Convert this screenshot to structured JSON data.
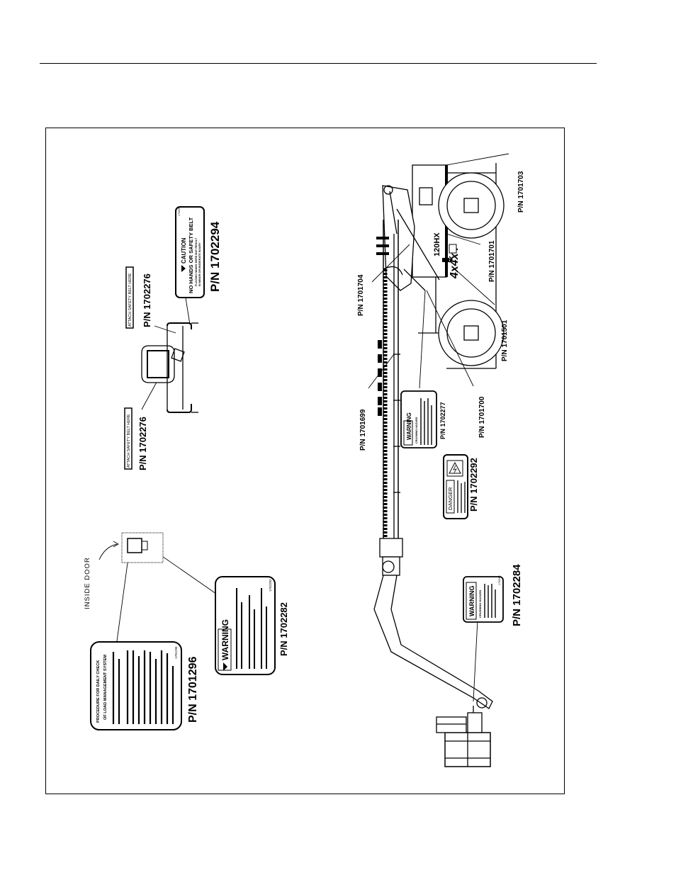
{
  "page": {
    "header_rule": true
  },
  "labels": {
    "pn_1701296": "P/N 1701296",
    "pn_1702282": "P/N 1702282",
    "pn_1702284": "P/N 1702284",
    "pn_1702292": "P/N 1702292",
    "pn_1702277": "P/N 1702277",
    "pn_1701699": "P/N 1701699",
    "pn_1701700": "P/N 1701700",
    "pn_1701704": "P/N 1701704",
    "pn_1701501": "P/N 1701501",
    "pn_1701701": "P/N 1701701",
    "pn_1701703": "P/N 1701703",
    "pn_1702276_left": "P/N 1702276",
    "pn_1702276_right": "P/N 1702276",
    "pn_1702294": "P/N 1702294",
    "inside_door": "INSIDE DOOR",
    "model_120hx": "120HX",
    "model_4x4x4": "4x4x4"
  },
  "decals": {
    "daily_check": {
      "title": "PROCEDURE FOR DAILY CHECK",
      "subtitle": "OF LOAD MANAGEMENT SYSTEM",
      "part": "1701296"
    },
    "warning_1702282": {
      "header": "WARNING",
      "part": "1702282"
    },
    "warning_1702284": {
      "header": "WARNING",
      "line1": "CRUSHING HAZARD",
      "part": "1702284"
    },
    "warning_1702277": {
      "header": "WARNING",
      "line1": "CRUSHING HAZARD"
    },
    "danger_1702292": {
      "header": "DANGER"
    },
    "caution_1702294": {
      "header": "CAUTION",
      "line1": "NO HANDS OR SAFETY BELT",
      "line2": "PLACING HANDS HERE MAY RESULT",
      "line3": "IN MINOR OR MODERATE INJURY",
      "part": "1702294"
    },
    "attach_left": {
      "text": "ATTACH SAFETY BELT HERE"
    },
    "attach_right": {
      "text": "ATTACH SAFETY BELT HERE"
    }
  }
}
